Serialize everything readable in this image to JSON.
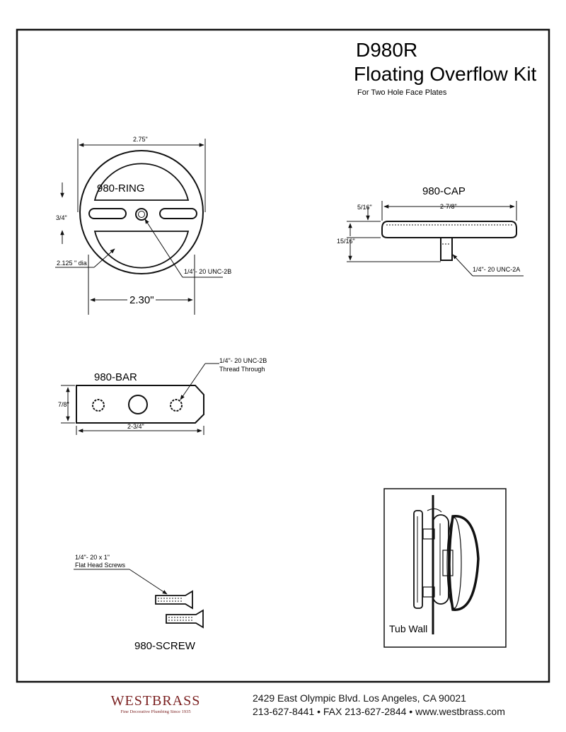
{
  "title": {
    "model": "D980R",
    "name": "Floating Overflow Kit",
    "subtitle": "For Two Hole Face Plates"
  },
  "ring": {
    "label": "980-RING",
    "dim_width": "2.75\"",
    "dim_height": "3/4\"",
    "dim_diameter": "2.125 \" dia",
    "dim_slots": "2.30\"",
    "thread": "1/4\"- 20 UNC-2B"
  },
  "cap": {
    "label": "980-CAP",
    "dim_top": "5/16\"",
    "dim_width": "2-7/8\"",
    "dim_height": "15/16\"",
    "thread": "1/4\"- 20 UNC-2A"
  },
  "bar": {
    "label": "980-BAR",
    "dim_height": "7/8\"",
    "dim_width": "2-3/4\"",
    "thread_line1": "1/4\"- 20 UNC-2B",
    "thread_line2": "Thread Through"
  },
  "screw": {
    "label": "980-SCREW",
    "spec_line1": "1/4\"- 20 x 1\"",
    "spec_line2": "Flat Head Screws"
  },
  "assembly": {
    "label": "Tub Wall"
  },
  "footer": {
    "brand": "WESTBRASS",
    "tagline": "Fine Decorative Plumbing Since 1935",
    "address": "2429 East Olympic Blvd. Los Angeles, CA  90021",
    "contact": "213-627-8441 • FAX 213-627-2844 • www.westbrass.com"
  },
  "colors": {
    "line": "#111111",
    "brand": "#7a1f1f"
  }
}
